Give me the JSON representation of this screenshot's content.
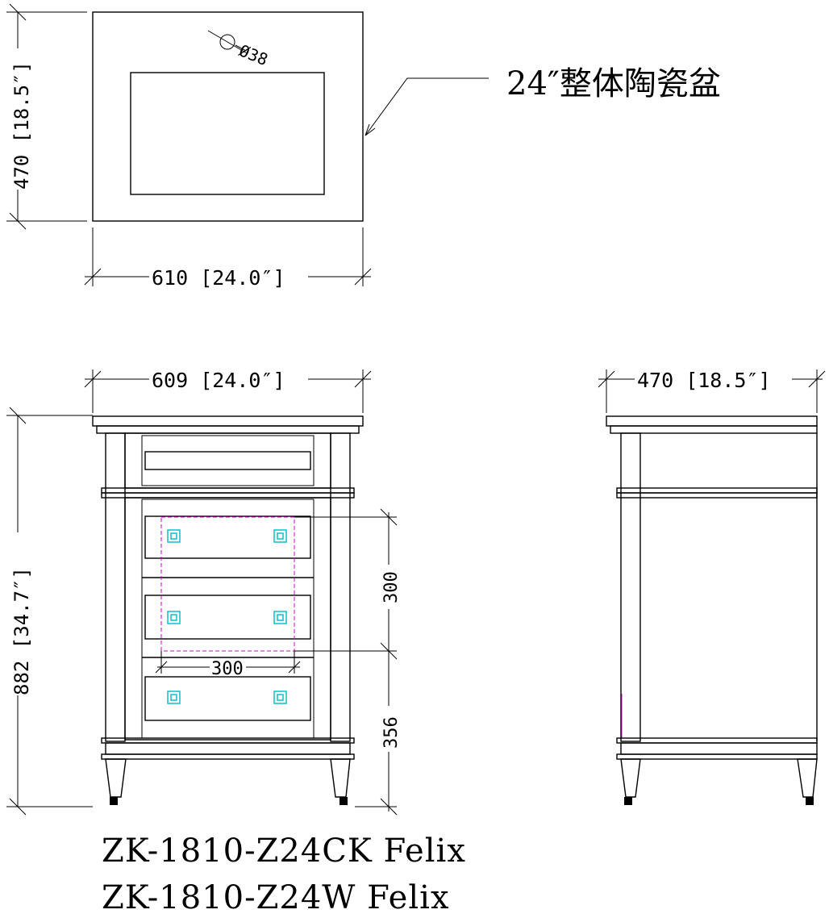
{
  "top_view": {
    "width_dim": "610 [24.0″]",
    "depth_dim": "470 [18.5″]",
    "hole_dim": "Ø38",
    "callout": "24″整体陶瓷盆"
  },
  "front_view": {
    "width_dim": "609 [24.0″]",
    "height_dim": "882 [34.7″]",
    "zone_height_dim": "300",
    "zone_width_dim": "300",
    "lower_dim": "356"
  },
  "side_view": {
    "depth_dim": "470 [18.5″]"
  },
  "models": [
    "ZK-1810-Z24CK Felix",
    "ZK-1810-Z24W Felix"
  ]
}
